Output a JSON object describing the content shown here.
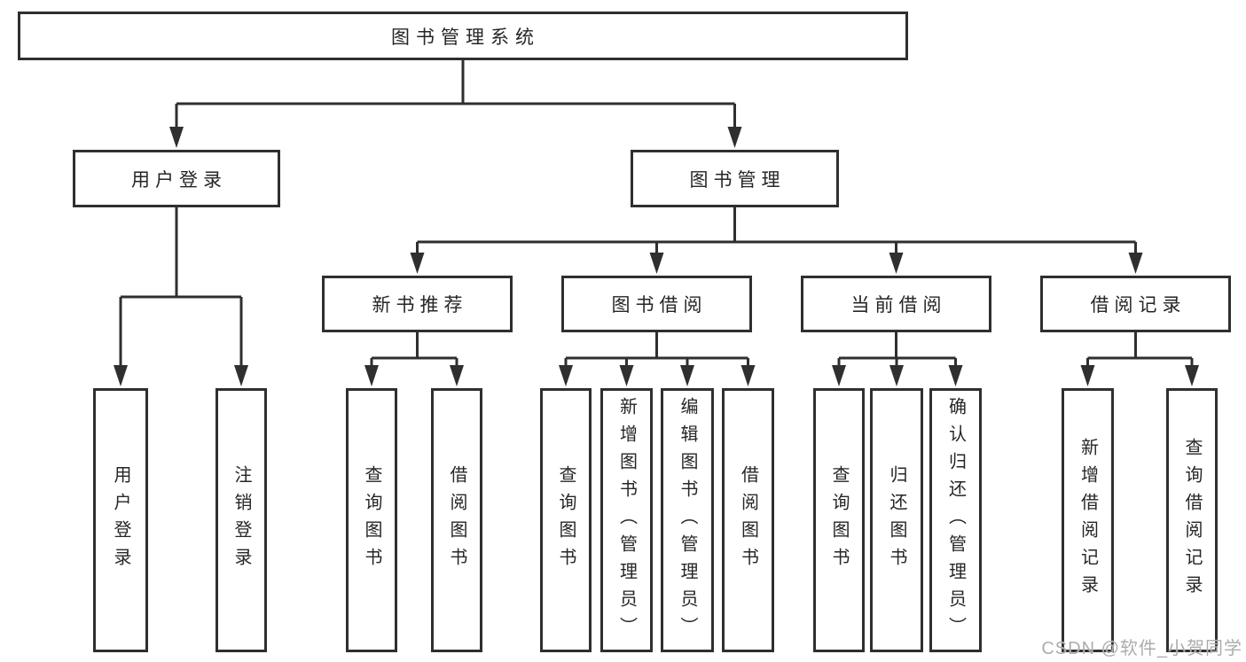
{
  "watermark": "CSDN @软件_小贺同学",
  "colors": {
    "line": "#2f2f2f",
    "text": "#262626",
    "watermark": "#a8a8a8",
    "background": "#ffffff"
  },
  "tree": {
    "root": {
      "label": "图书管理系统"
    },
    "user": {
      "label": "用户登录",
      "children": [
        {
          "label": "用户登录"
        },
        {
          "label": "注销登录"
        }
      ]
    },
    "mgmt": {
      "label": "图书管理",
      "children": [
        {
          "label": "新书推荐",
          "children": [
            {
              "label": "查询图书"
            },
            {
              "label": "借阅图书"
            }
          ]
        },
        {
          "label": "图书借阅",
          "children": [
            {
              "label": "查询图书"
            },
            {
              "label": "新增图书（管理员）"
            },
            {
              "label": "编辑图书（管理员）"
            },
            {
              "label": "借阅图书"
            }
          ]
        },
        {
          "label": "当前借阅",
          "children": [
            {
              "label": "查询图书"
            },
            {
              "label": "归还图书"
            },
            {
              "label": "确认归还（管理员）"
            }
          ]
        },
        {
          "label": "借阅记录",
          "children": [
            {
              "label": "新增借阅记录"
            },
            {
              "label": "查询借阅记录"
            }
          ]
        }
      ]
    }
  }
}
